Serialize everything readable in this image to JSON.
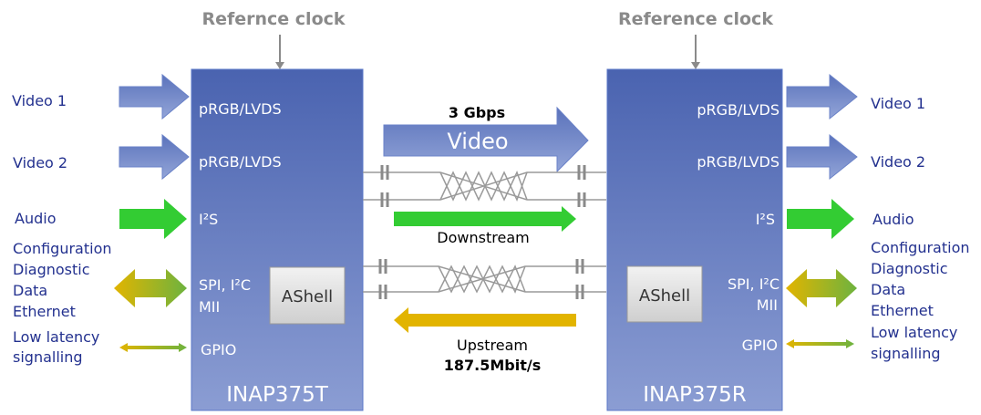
{
  "left_chip": {
    "name": "INAP375T",
    "clock": "Refernce clock",
    "ports": [
      "pRGB/LVDS",
      "pRGB/LVDS",
      "I²S",
      "SPI, I²C",
      "MII",
      "GPIO"
    ],
    "ashell": "AShell"
  },
  "right_chip": {
    "name": "INAP375R",
    "clock": "Reference clock",
    "ports": [
      "pRGB/LVDS",
      "pRGB/LVDS",
      "I²S",
      "SPI, I²C",
      "MII",
      "GPIO"
    ],
    "ashell": "AShell"
  },
  "signals": {
    "video1": "Video 1",
    "video2": "Video 2",
    "audio": "Audio",
    "config": [
      "Configuration",
      "Diagnostic",
      "Data",
      "Ethernet"
    ],
    "lowlat": [
      "Low latency",
      "signalling"
    ]
  },
  "link": {
    "rate": "3 Gbps",
    "video": "Video",
    "downstream": "Downstream",
    "upstream": "Upstream",
    "uprate": "187.5Mbit/s"
  },
  "colors": {
    "chip_top": "#4a63b0",
    "chip_bottom": "#8b9dd3",
    "green": "#33cc33",
    "yellow": "#e2b400",
    "text": "#23318f"
  }
}
